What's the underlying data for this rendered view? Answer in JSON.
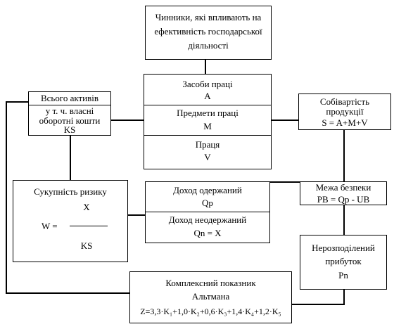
{
  "factors": {
    "line1": "Чинники, які впливають на",
    "line2": "ефективність господарської",
    "line3": "діяльності"
  },
  "center": {
    "means_label": "Засоби праці",
    "means_sym": "A",
    "objects_label": "Предмети праці",
    "objects_sym": "M",
    "labor_label": "Праця",
    "labor_sym": "V"
  },
  "assets": {
    "total": "Всього активів",
    "own_line1": "у т. ч. власні",
    "own_line2": "оборотні кошти",
    "sym": "KS"
  },
  "cost": {
    "line1": "Собівартість",
    "line2": "продукції",
    "formula": "S = A+M+V"
  },
  "risk": {
    "title": "Сукупність ризику",
    "lhs": "W =",
    "numerator": "X",
    "denominator": "KS"
  },
  "income": {
    "received_label": "Доход одержаний",
    "received_sym": "Qp",
    "unreceived_label": "Доход неодержаний",
    "unreceived_formula": "Qn = X"
  },
  "safety": {
    "title": "Межа безпеки",
    "formula": "PB = Qp - UB"
  },
  "profit": {
    "line1": "Нерозподілений",
    "line2": "прибуток",
    "sym": "Pn"
  },
  "altman": {
    "line1": "Комплексний показник",
    "line2": "Альтмана",
    "formula": "Z=3,3·K₁+1,0·K₂+0,6·K₃+1,4·K₄+1,2·K₅"
  }
}
